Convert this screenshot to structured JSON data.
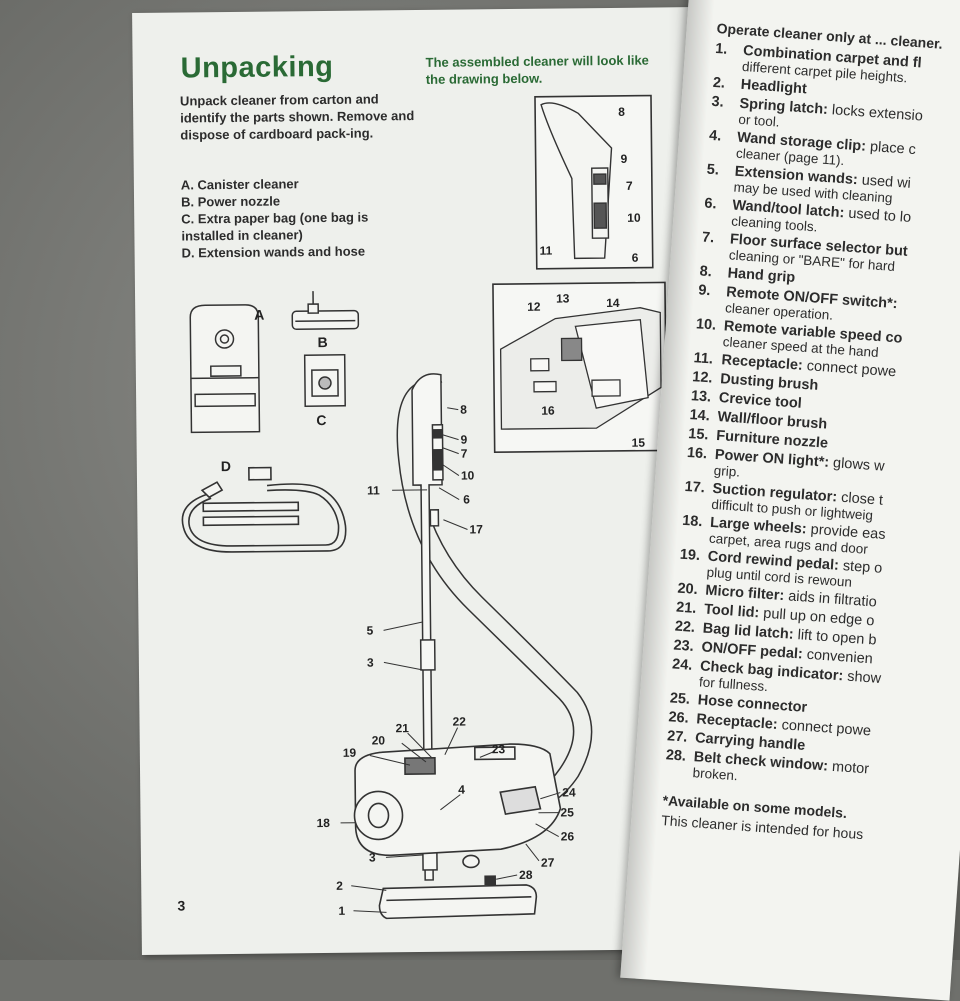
{
  "left_page": {
    "title": "Unpacking",
    "intro": "Unpack cleaner from carton and identify the parts shown. Remove and dispose of cardboard pack-ing.",
    "parts": [
      "A. Canister cleaner",
      "B. Power nozzle",
      "C. Extra paper bag (one bag is installed in cleaner)",
      "D. Extension wands and hose"
    ],
    "assembled_caption": "The assembled cleaner will look like the drawing below.",
    "page_number": "3",
    "diagram_letters": [
      "A",
      "B",
      "C",
      "D"
    ],
    "callout_numbers": [
      "1",
      "2",
      "3",
      "3",
      "4",
      "5",
      "6",
      "6",
      "7",
      "7",
      "8",
      "8",
      "9",
      "9",
      "10",
      "10",
      "11",
      "11",
      "12",
      "13",
      "14",
      "15",
      "16",
      "17",
      "18",
      "19",
      "20",
      "21",
      "22",
      "23",
      "24",
      "25",
      "26",
      "27",
      "28"
    ]
  },
  "right_page": {
    "intro": "Operate cleaner only at ... cleaner.",
    "features": [
      {
        "num": "1.",
        "name": "Combination carpet and fl",
        "desc": "",
        "desc2": "different carpet pile heights."
      },
      {
        "num": "2.",
        "name": "Headlight",
        "desc": "",
        "desc2": ""
      },
      {
        "num": "3.",
        "name": "Spring latch:",
        "desc": " locks extensio",
        "desc2": "or tool."
      },
      {
        "num": "4.",
        "name": "Wand storage clip:",
        "desc": " place c",
        "desc2": "cleaner (page 11)."
      },
      {
        "num": "5.",
        "name": "Extension wands:",
        "desc": " used wi",
        "desc2": "may be used with cleaning"
      },
      {
        "num": "6.",
        "name": "Wand/tool latch:",
        "desc": " used to lo",
        "desc2": "cleaning tools."
      },
      {
        "num": "7.",
        "name": "Floor surface selector but",
        "desc": "",
        "desc2": "cleaning or \"BARE\" for hard"
      },
      {
        "num": "8.",
        "name": "Hand grip",
        "desc": "",
        "desc2": ""
      },
      {
        "num": "9.",
        "name": "Remote ON/OFF switch*:",
        "desc": "",
        "desc2": "cleaner operation."
      },
      {
        "num": "10.",
        "name": "Remote variable speed co",
        "desc": "",
        "desc2": "cleaner speed at the hand"
      },
      {
        "num": "11.",
        "name": "Receptacle:",
        "desc": " connect powe",
        "desc2": ""
      },
      {
        "num": "12.",
        "name": "Dusting brush",
        "desc": "",
        "desc2": ""
      },
      {
        "num": "13.",
        "name": "Crevice tool",
        "desc": "",
        "desc2": ""
      },
      {
        "num": "14.",
        "name": "Wall/floor brush",
        "desc": "",
        "desc2": ""
      },
      {
        "num": "15.",
        "name": "Furniture nozzle",
        "desc": "",
        "desc2": ""
      },
      {
        "num": "16.",
        "name": "Power ON light*:",
        "desc": " glows w",
        "desc2": "grip."
      },
      {
        "num": "17.",
        "name": "Suction regulator:",
        "desc": " close t",
        "desc2": "difficult to push or lightweig"
      },
      {
        "num": "18.",
        "name": "Large wheels:",
        "desc": " provide eas",
        "desc2": "carpet, area rugs and door"
      },
      {
        "num": "19.",
        "name": "Cord rewind pedal:",
        "desc": " step o",
        "desc2": "plug until cord is rewoun"
      },
      {
        "num": "20.",
        "name": "Micro filter:",
        "desc": " aids in filtratio",
        "desc2": ""
      },
      {
        "num": "21.",
        "name": "Tool lid:",
        "desc": " pull up on edge o",
        "desc2": ""
      },
      {
        "num": "22.",
        "name": "Bag lid latch:",
        "desc": " lift to open b",
        "desc2": ""
      },
      {
        "num": "23.",
        "name": "ON/OFF pedal:",
        "desc": " convenien",
        "desc2": ""
      },
      {
        "num": "24.",
        "name": "Check bag indicator:",
        "desc": " show",
        "desc2": "for fullness."
      },
      {
        "num": "25.",
        "name": "Hose connector",
        "desc": "",
        "desc2": ""
      },
      {
        "num": "26.",
        "name": "Receptacle:",
        "desc": " connect powe",
        "desc2": ""
      },
      {
        "num": "27.",
        "name": "Carrying handle",
        "desc": "",
        "desc2": ""
      },
      {
        "num": "28.",
        "name": "Belt check window:",
        "desc": " motor",
        "desc2": "broken."
      }
    ],
    "footnote": "*Available on some models.",
    "closing": "This cleaner is intended for hous"
  }
}
